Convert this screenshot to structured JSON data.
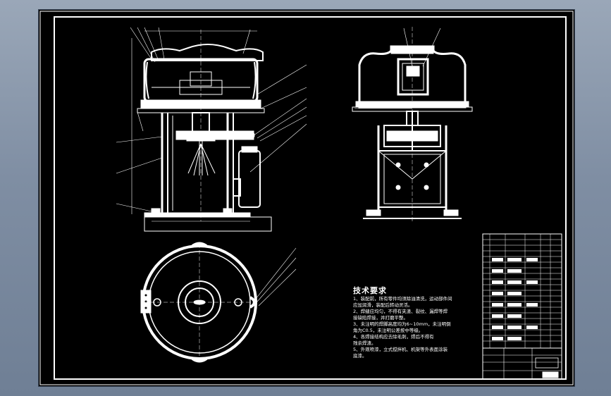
{
  "drawing": {
    "tech_requirements_title": "技术要求",
    "tech_requirements": [
      "1、装配前，所有零件均须除油清洗，运动部件间",
      "  应加润滑，装配后转动灵活。",
      "2、焊缝应均匀，不得有夹渣、裂纹、漏焊等焊",
      "  接缺陷焊接，并打磨平整。",
      "3、未注明的焊脚高度均为6~10mm，未注明倒",
      "  角为C0.5，未注明公差按中等级。",
      "4、各焊接结构应去除毛刺，焊后不得有",
      "  残余焊渣。",
      "5、外观喷漆，立式搅拌机、机架等外表面涂装",
      "  底漆。"
    ]
  },
  "colors": {
    "outer_bg": "#8594a9",
    "sheet_bg": "#000000",
    "line_white": "#ffffff"
  }
}
